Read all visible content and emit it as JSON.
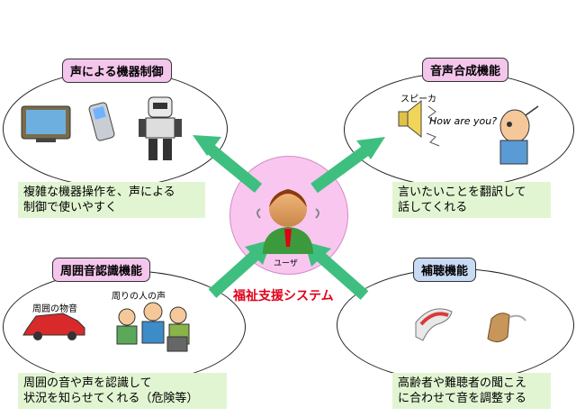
{
  "center": {
    "user_label": "ユーザ",
    "system_label": "福祉支援システム"
  },
  "voice_control": {
    "title": "声による機器制御",
    "note_line1": "複雑な機器操作を、声による",
    "note_line2": "制御で使いやすく"
  },
  "speech_synthesis": {
    "title": "音声合成機能",
    "speaker_label": "スピーカ",
    "speech_text": "How are you?",
    "note_line1": "言いたいことを翻訳して",
    "note_line2": "話してくれる"
  },
  "ambient_recognition": {
    "title": "周囲音認識機能",
    "label_surrounding": "周囲の物音",
    "label_people": "周りの人の声",
    "note_line1": "周囲の音や声を認識して",
    "note_line2": "状況を知らせてくれる（危険等）"
  },
  "hearing_aid": {
    "title": "補聴機能",
    "note_line1": "高齢者や難聴者の聞こえ",
    "note_line2": "に合わせて音を調整する"
  },
  "colors": {
    "arrow": "#3fbf7f",
    "center_fill": "#f9c6f0",
    "system_text": "#e0001a",
    "note_bg": "#e2f5d2",
    "pink_title": "#f4c6ec",
    "blue_title": "#c9daf4"
  }
}
